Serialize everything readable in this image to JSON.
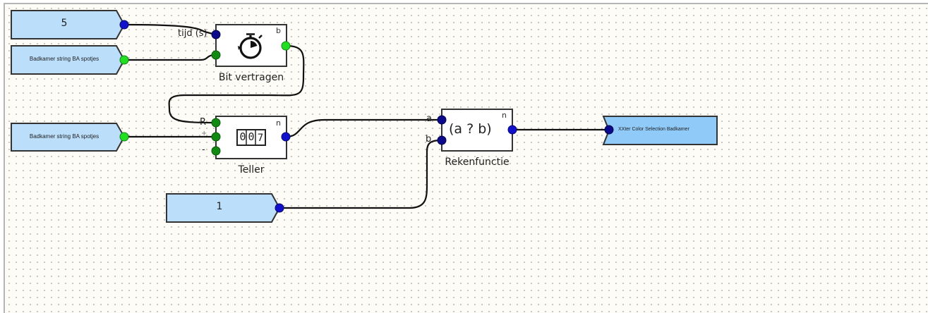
{
  "diagram": {
    "inputs": [
      {
        "id": "in_5",
        "label": "5",
        "port_color": "#1111cc",
        "type": "number"
      },
      {
        "id": "in_badkamer_1",
        "label": "Badkamer string BA spotjes",
        "port_color": "#22dd22",
        "type": "bit"
      },
      {
        "id": "in_badkamer_2",
        "label": "Badkamer string BA spotjes",
        "port_color": "#22dd22",
        "type": "bit"
      },
      {
        "id": "in_1",
        "label": "1",
        "port_color": "#1111cc",
        "type": "number"
      }
    ],
    "blocks": [
      {
        "id": "bit_vertragen",
        "title": "Bit vertragen",
        "corner": "b",
        "icon": "stopwatch-icon",
        "inputs": [
          {
            "label": "tijd (s)",
            "kind": "number"
          },
          {
            "label": "",
            "kind": "bit"
          }
        ],
        "output": {
          "kind": "bit"
        }
      },
      {
        "id": "teller",
        "title": "Teller",
        "corner": "n",
        "icon": "counter-icon",
        "counter_digits": [
          "0",
          "0",
          "7"
        ],
        "inputs": [
          {
            "label": "R",
            "kind": "bit"
          },
          {
            "label": "+",
            "kind": "bit"
          },
          {
            "label": "-",
            "kind": "bit"
          }
        ],
        "output": {
          "kind": "number"
        }
      },
      {
        "id": "rekenfunctie",
        "title": "Rekenfunctie",
        "corner": "n",
        "expression": "(a ? b)",
        "inputs": [
          {
            "label": "a",
            "kind": "number"
          },
          {
            "label": "b",
            "kind": "number"
          }
        ],
        "output": {
          "kind": "number"
        }
      }
    ],
    "outputs": [
      {
        "id": "out_xxter",
        "label": "XXter Color Selection Badkamer",
        "port_color": "#0a0a8a"
      }
    ],
    "connections": [
      {
        "from": "in_5",
        "to": "bit_vertragen.tijd (s)"
      },
      {
        "from": "in_badkamer_1",
        "to": "bit_vertragen.bit"
      },
      {
        "from": "bit_vertragen.out",
        "to": "teller.R"
      },
      {
        "from": "in_badkamer_2",
        "to": "teller.+"
      },
      {
        "from": "teller.out",
        "to": "rekenfunctie.a"
      },
      {
        "from": "in_1",
        "to": "rekenfunctie.b"
      },
      {
        "from": "rekenfunctie.out",
        "to": "out_xxter"
      }
    ]
  },
  "colors": {
    "input_fill": "#bbdefb",
    "output_fill": "#90caf9",
    "bit_port": "#22dd22",
    "bit_port_dark": "#128a12",
    "number_port": "#1111cc",
    "number_port_dark": "#0a0a8a"
  }
}
